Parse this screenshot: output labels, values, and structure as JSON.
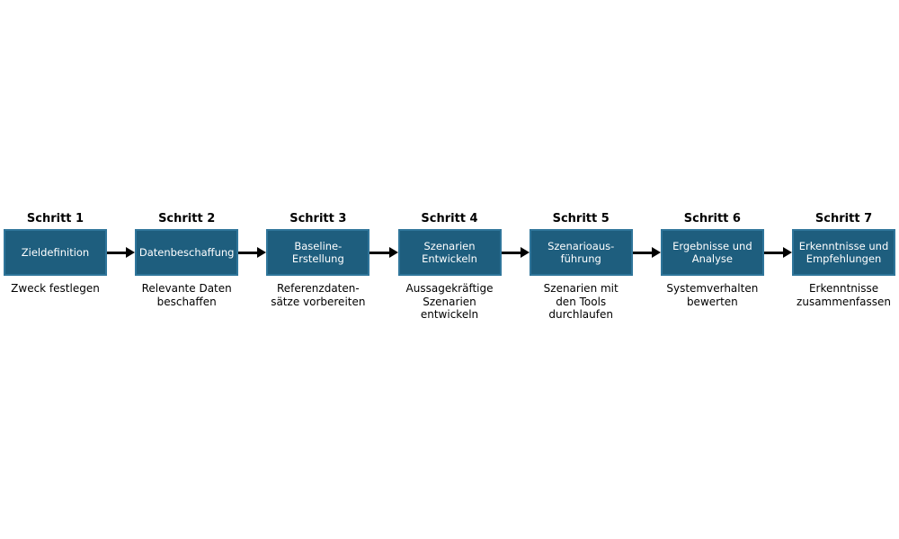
{
  "diagram": {
    "steps": [
      {
        "label": "Schritt 1",
        "title": "Zieldefinition",
        "description": "Zweck festlegen"
      },
      {
        "label": "Schritt 2",
        "title": "Datenbeschaffung",
        "description": "Relevante Daten\nbeschaffen"
      },
      {
        "label": "Schritt 3",
        "title": "Baseline-\nErstellung",
        "description": "Referenzdaten-\nsätze vorbereiten"
      },
      {
        "label": "Schritt 4",
        "title": "Szenarien\nEntwickeln",
        "description": "Aussagekräftige\nSzenarien\nentwickeln"
      },
      {
        "label": "Schritt 5",
        "title": "Szenarioaus-\nführung",
        "description": "Szenarien mit\nden Tools\ndurchlaufen"
      },
      {
        "label": "Schritt 6",
        "title": "Ergebnisse und\nAnalyse",
        "description": "Systemverhalten\nbewerten"
      },
      {
        "label": "Schritt 7",
        "title": "Erkenntnisse und\nEmpfehlungen",
        "description": "Erkenntnisse\nzusammenfassen"
      }
    ]
  },
  "colors": {
    "box_fill": "#1e5e7e",
    "box_border": "#2f759a",
    "box_text": "#ffffff",
    "arrow": "#000000",
    "text": "#000000",
    "background": "#ffffff"
  }
}
